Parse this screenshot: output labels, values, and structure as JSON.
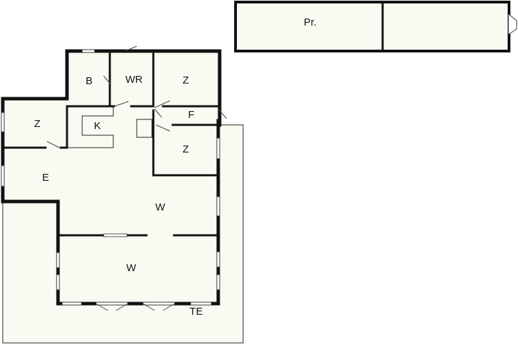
{
  "colors": {
    "floor_fill": "#fafaf2",
    "wall": "#111111",
    "terrace_fill": "#fafaf2",
    "background": "#ffffff"
  },
  "rooms": {
    "shed": "Pr.",
    "bathroom": "B",
    "toilet": "WR",
    "bedroom_top": "Z",
    "bedroom_left": "Z",
    "kitchen": "K",
    "hall": "F",
    "bedroom_mid": "Z",
    "dining": "E",
    "living_upper": "W",
    "living_lower": "W",
    "terrace": "TE"
  }
}
